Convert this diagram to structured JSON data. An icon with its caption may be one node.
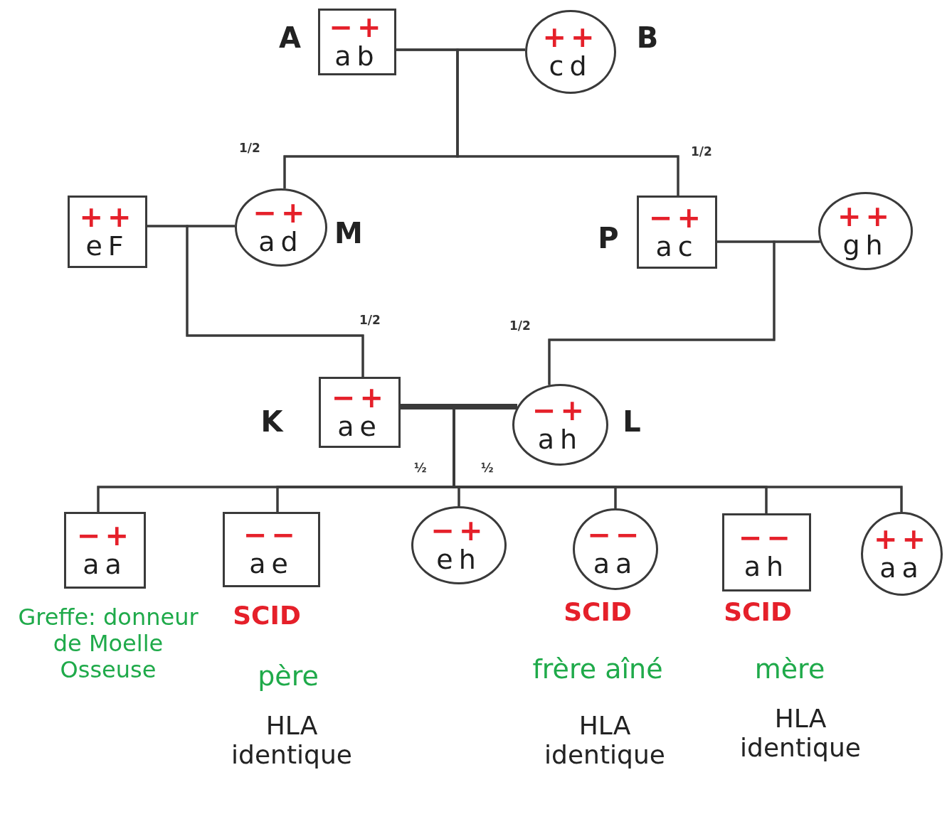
{
  "diagram": {
    "nodes": [
      {
        "text": [
          "−+",
          "ab"
        ],
        "beside": [
          "A"
        ]
      },
      {
        "text": [
          "++",
          "cd"
        ],
        "beside": [
          "B"
        ]
      },
      {
        "text": [
          "++",
          "eF"
        ]
      },
      {
        "text": [
          "−+",
          "ad"
        ],
        "beside": [
          "M"
        ]
      },
      {
        "text": [
          "−+",
          "ac"
        ],
        "beside": [
          "P"
        ]
      },
      {
        "text": [
          "++",
          "gh"
        ]
      },
      {
        "text": [
          "−+",
          "ae"
        ],
        "beside": [
          "K"
        ]
      },
      {
        "text": [
          "−+",
          "ah"
        ],
        "beside": [
          "L"
        ]
      },
      {
        "text": [
          "−+",
          "aa"
        ],
        "beside": [
          "Greffe: donneur de Moelle Osseuse"
        ]
      },
      {
        "text": [
          "−−",
          "ae"
        ],
        "beside": [
          "SCID",
          "père",
          "HLA identique"
        ]
      },
      {
        "text": [
          "−+",
          "eh"
        ]
      },
      {
        "text": [
          "−−",
          "aa"
        ],
        "beside": [
          "SCID",
          "frère aîné",
          "HLA identique"
        ]
      },
      {
        "text": [
          "−−",
          "ah"
        ],
        "beside": [
          "SCID",
          "mère",
          "HLA identique"
        ]
      },
      {
        "text": [
          "++",
          "aa"
        ]
      }
    ],
    "edges": [
      {
        "from": 0,
        "to": 1,
        "arrow": "none"
      },
      {
        "from": 0,
        "to": 3,
        "arrow": "none"
      },
      {
        "from": 1,
        "to": 3,
        "arrow": "none"
      },
      {
        "from": 0,
        "to": 4,
        "arrow": "none"
      },
      {
        "from": 1,
        "to": 4,
        "arrow": "none"
      },
      {
        "from": 2,
        "to": 3,
        "arrow": "none"
      },
      {
        "from": 2,
        "to": 6,
        "arrow": "none"
      },
      {
        "from": 3,
        "to": 6,
        "arrow": "none"
      },
      {
        "from": 4,
        "to": 5,
        "arrow": "none"
      },
      {
        "from": 4,
        "to": 7,
        "arrow": "none"
      },
      {
        "from": 5,
        "to": 7,
        "arrow": "none"
      },
      {
        "from": 6,
        "to": 7,
        "arrow": "none",
        "style": "thick"
      },
      {
        "from": 6,
        "to": 8,
        "arrow": "none"
      },
      {
        "from": 7,
        "to": 8,
        "arrow": "none"
      },
      {
        "from": 6,
        "to": 9,
        "arrow": "none"
      },
      {
        "from": 7,
        "to": 9,
        "arrow": "none"
      },
      {
        "from": 6,
        "to": 10,
        "arrow": "none"
      },
      {
        "from": 7,
        "to": 10,
        "arrow": "none"
      },
      {
        "from": 6,
        "to": 11,
        "arrow": "none"
      },
      {
        "from": 7,
        "to": 11,
        "arrow": "none"
      },
      {
        "from": 6,
        "to": 12,
        "arrow": "none"
      },
      {
        "from": 7,
        "to": 12,
        "arrow": "none"
      },
      {
        "from": 6,
        "to": 13,
        "arrow": "none"
      },
      {
        "from": 7,
        "to": 13,
        "arrow": "none"
      }
    ],
    "labels": [
      "1/2",
      "1/2",
      "1/2",
      "1/2",
      "½",
      "½"
    ]
  }
}
